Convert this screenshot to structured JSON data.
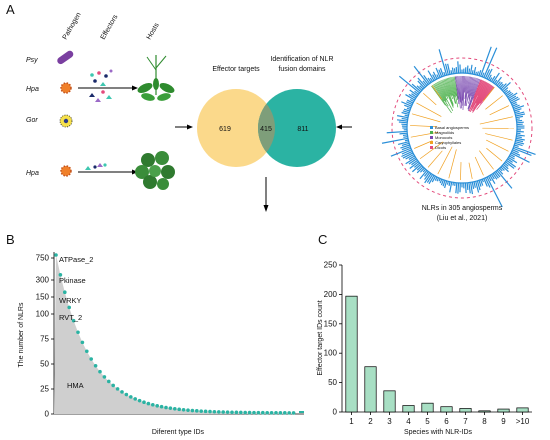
{
  "panel_a": {
    "letter": "A",
    "column_headers": [
      "Pathogen",
      "Effectors",
      "Hosts"
    ],
    "rows": [
      "Psy",
      "Hpa",
      "Gor",
      "Hpa"
    ],
    "venn": {
      "left_title": "Effector targets",
      "right_title_line1": "Identification of NLR",
      "right_title_line2": "fusion domains",
      "left_only": "619",
      "overlap": "415",
      "right_only": "811",
      "left_color": "#fbd98b",
      "right_color": "#2bb3a3",
      "overlap_color": "#7e9e7a"
    },
    "tree_caption_line1": "NLRs in 305 angiosperms",
    "tree_caption_line2": "(Liu et al., 2021)",
    "tree_legend": [
      "Basal angiosperms",
      "Magnoliids",
      "Monocots",
      "Caryophyllales",
      "Dicots"
    ]
  },
  "panel_b": {
    "letter": "B",
    "y_axis_title": "The number of NLRs",
    "x_axis_title": "Diferent type IDs",
    "y_ticks": [
      "0",
      "25",
      "50",
      "75",
      "100",
      "150",
      "300",
      "750"
    ],
    "annotations": [
      "ATPase_2",
      "Pkinase",
      "WRKY",
      "RVT_2",
      "HMA"
    ]
  },
  "panel_c": {
    "letter": "C",
    "chart_data": {
      "type": "bar",
      "categories": [
        "1",
        "2",
        "3",
        "4",
        "5",
        "6",
        "7",
        "8",
        "9",
        ">10"
      ],
      "values": [
        197,
        77,
        36,
        11,
        15,
        9,
        6,
        2,
        5,
        7
      ],
      "xlabel": "Species with NLR-IDs",
      "ylabel": "Effector target IDs count",
      "ylim": [
        0,
        250
      ],
      "y_ticks": [
        "0",
        "50",
        "100",
        "150",
        "200",
        "250"
      ],
      "bar_color": "#a8dfc4"
    }
  }
}
